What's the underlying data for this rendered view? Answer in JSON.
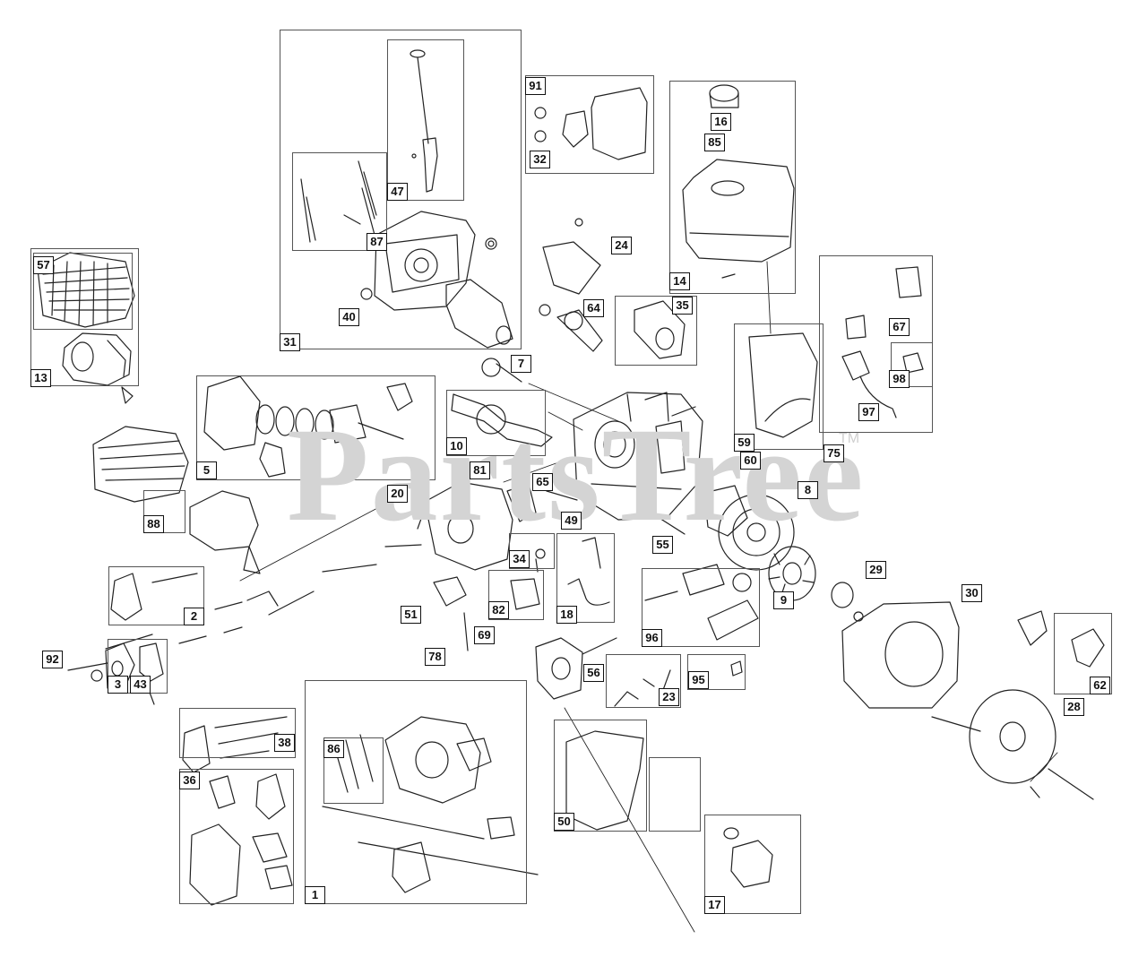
{
  "watermark": {
    "text": "PartsTree",
    "tm": "TM"
  },
  "colors": {
    "line": "#222222",
    "box": "#555555",
    "watermark": "#d4d4d4"
  },
  "callouts": [
    {
      "id": "57",
      "label": "57"
    },
    {
      "id": "13",
      "label": "13"
    },
    {
      "id": "31",
      "label": "31"
    },
    {
      "id": "47",
      "label": "47"
    },
    {
      "id": "87",
      "label": "87"
    },
    {
      "id": "40",
      "label": "40"
    },
    {
      "id": "91",
      "label": "91"
    },
    {
      "id": "32",
      "label": "32"
    },
    {
      "id": "16",
      "label": "16"
    },
    {
      "id": "85",
      "label": "85"
    },
    {
      "id": "14",
      "label": "14"
    },
    {
      "id": "24",
      "label": "24"
    },
    {
      "id": "64",
      "label": "64"
    },
    {
      "id": "35",
      "label": "35"
    },
    {
      "id": "67",
      "label": "67"
    },
    {
      "id": "98",
      "label": "98"
    },
    {
      "id": "97",
      "label": "97"
    },
    {
      "id": "7",
      "label": "7"
    },
    {
      "id": "5",
      "label": "5"
    },
    {
      "id": "10",
      "label": "10"
    },
    {
      "id": "59",
      "label": "59"
    },
    {
      "id": "75",
      "label": "75"
    },
    {
      "id": "81",
      "label": "81"
    },
    {
      "id": "60",
      "label": "60"
    },
    {
      "id": "20",
      "label": "20"
    },
    {
      "id": "65",
      "label": "65"
    },
    {
      "id": "8",
      "label": "8"
    },
    {
      "id": "88",
      "label": "88"
    },
    {
      "id": "49",
      "label": "49"
    },
    {
      "id": "55",
      "label": "55"
    },
    {
      "id": "34",
      "label": "34"
    },
    {
      "id": "29",
      "label": "29"
    },
    {
      "id": "30",
      "label": "30"
    },
    {
      "id": "2",
      "label": "2"
    },
    {
      "id": "51",
      "label": "51"
    },
    {
      "id": "82",
      "label": "82"
    },
    {
      "id": "18",
      "label": "18"
    },
    {
      "id": "9",
      "label": "9"
    },
    {
      "id": "69",
      "label": "69"
    },
    {
      "id": "96",
      "label": "96"
    },
    {
      "id": "78",
      "label": "78"
    },
    {
      "id": "56",
      "label": "56"
    },
    {
      "id": "62",
      "label": "62"
    },
    {
      "id": "92",
      "label": "92"
    },
    {
      "id": "3",
      "label": "3"
    },
    {
      "id": "43",
      "label": "43"
    },
    {
      "id": "23",
      "label": "23"
    },
    {
      "id": "95",
      "label": "95"
    },
    {
      "id": "28",
      "label": "28"
    },
    {
      "id": "38",
      "label": "38"
    },
    {
      "id": "86",
      "label": "86"
    },
    {
      "id": "36",
      "label": "36"
    },
    {
      "id": "50",
      "label": "50"
    },
    {
      "id": "1",
      "label": "1"
    },
    {
      "id": "17",
      "label": "17"
    }
  ]
}
